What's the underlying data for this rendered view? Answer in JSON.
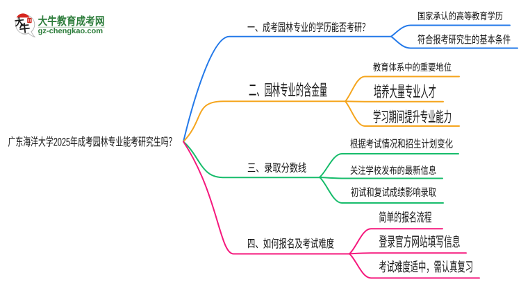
{
  "logo": {
    "mark_top": "大",
    "mark_bottom": "牛",
    "site_name": "大牛教育成考网",
    "site_domain": "gz-chengkao.com",
    "brand_green": "#2e7d3c",
    "rule_green": "#a9c9ae",
    "seal_red": "#cc2a21",
    "dome_red": "#d7271f",
    "bubble_stroke": "#b9b9b9"
  },
  "mindmap": {
    "root": {
      "label": "广东海洋大学2025年成考园林专业能考研究生吗？"
    },
    "branches": [
      {
        "label": "一、成考园林专业的学历能否考研？",
        "color": "#2379e9",
        "children": [
          {
            "label": "国家承认的高等教育学历"
          },
          {
            "label": "符合报考研究生的基本条件"
          }
        ]
      },
      {
        "label": "二、园林专业的含金量",
        "color": "#f5a51d",
        "children": [
          {
            "label": "教育体系中的重要地位"
          },
          {
            "label": "培养大量专业人才"
          },
          {
            "label": "学习期间提升专业能力"
          }
        ]
      },
      {
        "label": "三、录取分数线",
        "color": "#17bc6b",
        "children": [
          {
            "label": "根据考试情况和招生计划变化"
          },
          {
            "label": "关注学校发布的最新信息"
          },
          {
            "label": "初试和复试成绩影响录取"
          }
        ]
      },
      {
        "label": "四、如何报名及考试难度",
        "color": "#f5197d",
        "children": [
          {
            "label": "简单的报名流程"
          },
          {
            "label": "登录官方网站填写信息"
          },
          {
            "label": "考试难度适中，需认真复习"
          }
        ]
      }
    ]
  }
}
